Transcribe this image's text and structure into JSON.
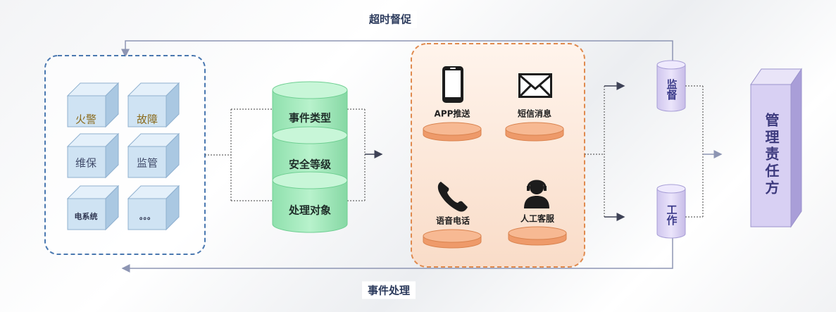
{
  "flow": {
    "top_label": "超时督促",
    "bottom_label": "事件处理"
  },
  "sources": [
    "火警",
    "故障",
    "维保",
    "监管",
    "电系统",
    "。。。"
  ],
  "classification": [
    "事件类型",
    "安全等级",
    "处理对象"
  ],
  "channels": [
    "APP推送",
    "短信消息",
    "语音电话",
    "人工客服"
  ],
  "roles": {
    "supervise": "监督",
    "work": "工作"
  },
  "responsibility": "管理责任方",
  "icons": [
    "phone-icon",
    "mail-icon",
    "telephone-icon",
    "customer-service-icon"
  ],
  "colors": {
    "source_frame": "#4a78b0",
    "channel_frame": "#e08a4e",
    "cube_fill": "#cfe3f3",
    "cylinder_fill": "#9ee9b9",
    "disk_fill": "#f5ae84",
    "role_fill": "#dcd4f2",
    "arrow": "#8d95b3"
  }
}
